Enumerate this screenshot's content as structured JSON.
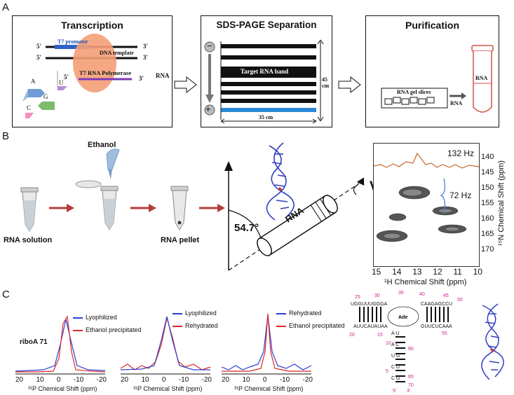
{
  "panels": {
    "a": "A",
    "b": "B",
    "c": "C"
  },
  "panelA": {
    "transcription": {
      "title": "Transcription",
      "five_prime_top": "5'",
      "three_prime_top": "3'",
      "promoter": "T7 promoter",
      "template": "DNA template",
      "five_prime_mid": "5'",
      "three_prime_mid": "3'",
      "polymerase": "T7 RNA Polymerase",
      "rna": "RNA",
      "rna_three_prime": "3'",
      "rna_five_prime": "5'",
      "nt_a": "A",
      "nt_g": "G",
      "nt_u": "U",
      "nt_c": "C"
    },
    "sds": {
      "title": "SDS-PAGE Separation",
      "minus": "−",
      "plus": "+",
      "target_band": "Target RNA band",
      "height": "45 cm",
      "width": "35 cm"
    },
    "purification": {
      "title": "Purification",
      "slices": "RNA gel slices",
      "rna_arrow": "RNA",
      "tube_label": "RNA"
    }
  },
  "panelB": {
    "ethanol": "Ethanol",
    "rna_solution": "RNA solution",
    "rna_pellet": "RNA pellet",
    "angle": "54.7°",
    "rotor_label": "RNA",
    "vr": "Vr",
    "spectrum": {
      "hz132": "132 Hz",
      "hz72": "72 Hz",
      "xlabel": "¹H Chemical Shift (ppm)",
      "ylabel": "¹⁵N Chemical Shift (ppm)",
      "xticks": [
        "15",
        "14",
        "13",
        "12",
        "11",
        "10"
      ],
      "yticks": [
        "140",
        "145",
        "150",
        "155",
        "160",
        "165",
        "170"
      ]
    }
  },
  "panelC": {
    "sample": "riboA 71",
    "xlabel": "³¹P  Chemical Shift (ppm)",
    "xticks": [
      "20",
      "10",
      "0",
      "-10",
      "-20"
    ],
    "spectra": [
      {
        "blue": "Lyophilized",
        "red": "Ethanol precipitated"
      },
      {
        "blue": "Lyophilized",
        "red": "Rehydrated"
      },
      {
        "blue": "Rehydrated",
        "red": "Ethanol precipitated"
      }
    ],
    "colors": {
      "blue": "#2a3fd6",
      "red": "#e02525"
    },
    "structure": {
      "ade": "Ade",
      "nums": [
        "25",
        "30",
        "35",
        "40",
        "45",
        "50",
        "55",
        "60",
        "65",
        "70",
        "20",
        "15",
        "10",
        "5",
        "5'",
        "3'"
      ]
    }
  }
}
